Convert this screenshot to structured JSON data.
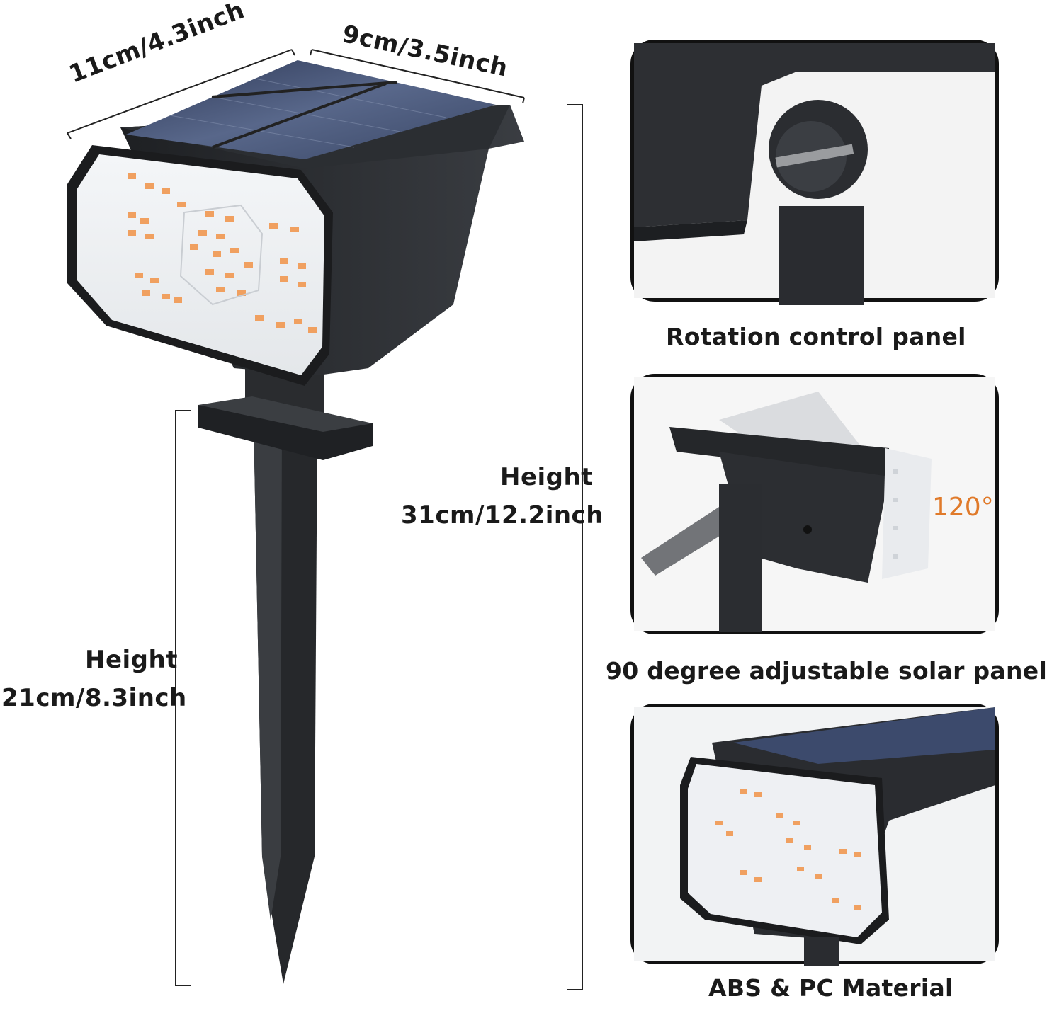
{
  "dimensions": {
    "width": "11cm/4.3inch",
    "depth": "9cm/3.5inch",
    "total_height_label": "Height",
    "total_height_value": "31cm/12.2inch",
    "stake_height_label": "Height",
    "stake_height_value": "21cm/8.3inch"
  },
  "features": [
    {
      "caption": "Rotation control panel"
    },
    {
      "caption": "90 degree adjustable solar panel",
      "angle": "120°"
    },
    {
      "caption": "ABS & PC Material"
    }
  ],
  "colors": {
    "body": "#2a2c2f",
    "solar": "#3b4a6b",
    "led": "#f0a060",
    "accent": "#e07a2a"
  }
}
